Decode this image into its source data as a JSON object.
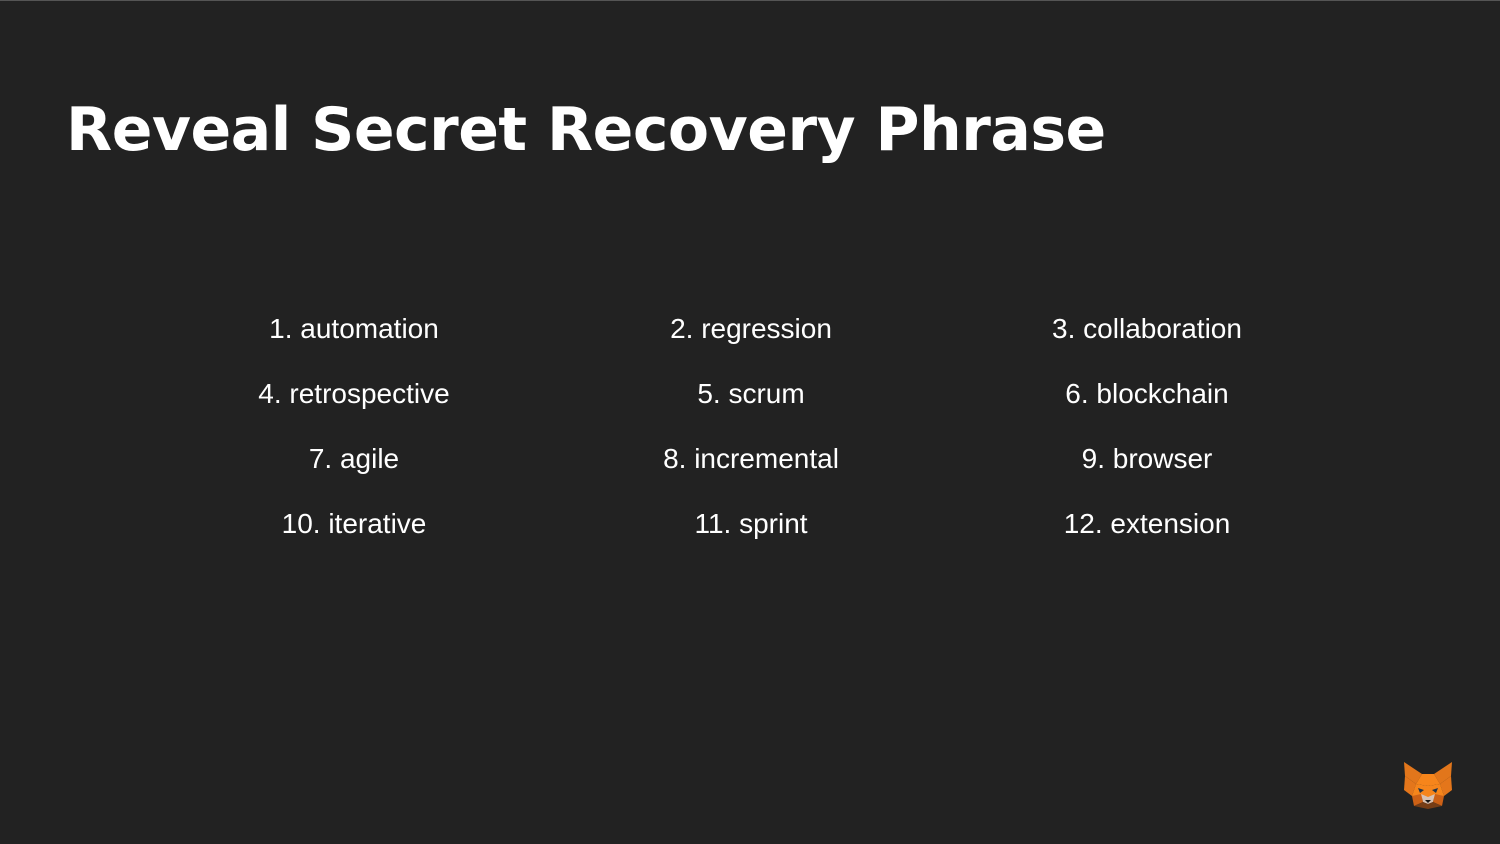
{
  "page": {
    "title": "Reveal Secret Recovery Phrase"
  },
  "phrase": {
    "words": [
      "1. automation",
      "2. regression",
      "3. collaboration",
      "4. retrospective",
      "5. scrum",
      "6. blockchain",
      "7. agile",
      "8. incremental",
      "9. browser",
      "10. iterative",
      "11. sprint",
      "12. extension"
    ]
  },
  "colors": {
    "background": "#222222",
    "text": "#ffffff",
    "fox_orange": "#e2761b",
    "fox_light_orange": "#f6851b",
    "fox_dark": "#763d16"
  },
  "icons": {
    "logo": "metamask-fox-icon"
  }
}
